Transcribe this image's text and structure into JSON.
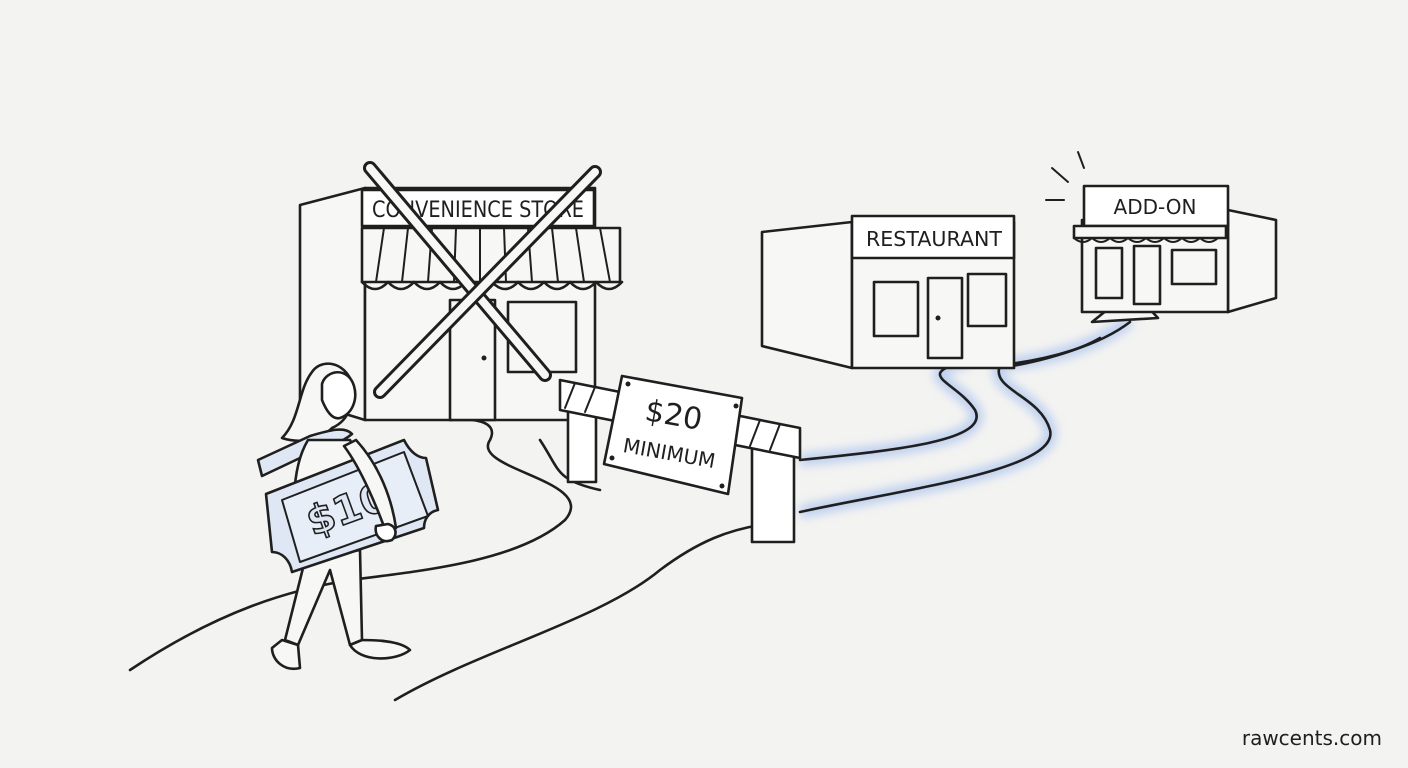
{
  "scene": {
    "convenience_store_sign": "CONVENIENCE STORE",
    "restaurant_sign": "RESTAURANT",
    "addon_sign": "ADD-ON",
    "barrier_sign_amount": "$20",
    "barrier_sign_text": "MINIMUM",
    "voucher_amount": "$10"
  },
  "watermark": "rawcents.com",
  "colors": {
    "ink": "#1f1f1f",
    "paper": "#f3f3f1",
    "glow": "#b9cdf0",
    "voucher": "#dfe7f4"
  }
}
